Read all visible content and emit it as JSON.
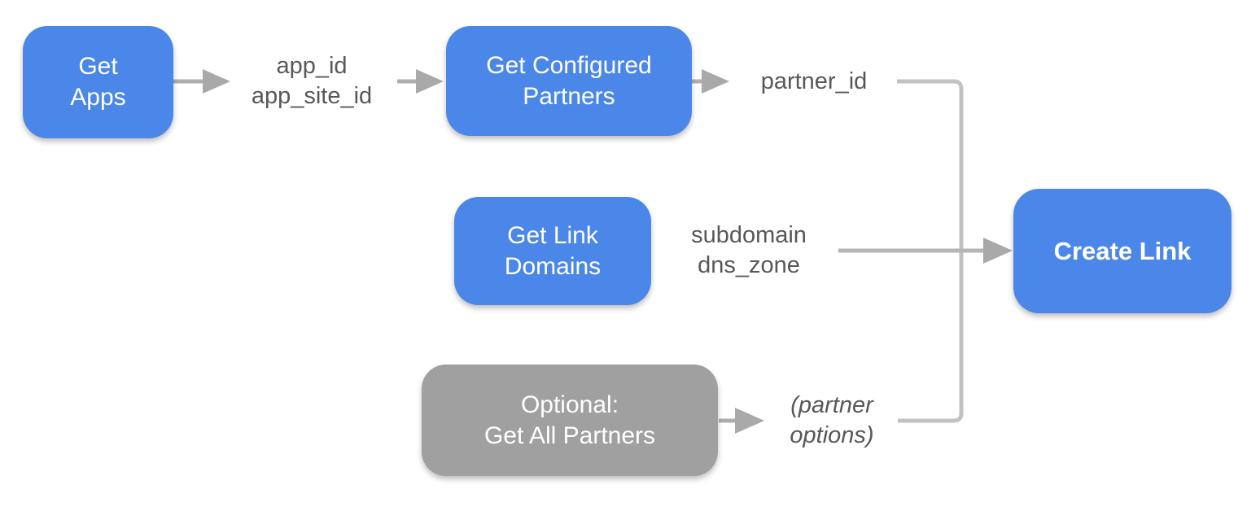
{
  "colors": {
    "node_blue": "#4b87e8",
    "node_gray": "#a0a0a0",
    "node_text": "#ffffff",
    "label_text": "#58585a",
    "connector_line": "#c2c2c2",
    "arrow": "#a9a9a9"
  },
  "nodes": {
    "get_apps": {
      "line1": "Get",
      "line2": "Apps"
    },
    "get_configured_partners": {
      "line1": "Get Configured",
      "line2": "Partners"
    },
    "get_link_domains": {
      "line1": "Get Link",
      "line2": "Domains"
    },
    "optional_get_all_partners": {
      "line1": "Optional:",
      "line2": "Get All Partners"
    },
    "create_link": {
      "label": "Create Link"
    }
  },
  "labels": {
    "app_ids": {
      "line1": "app_id",
      "line2": "app_site_id"
    },
    "partner_id": {
      "label": "partner_id"
    },
    "subdomain_dns": {
      "line1": "subdomain",
      "line2": "dns_zone"
    },
    "partner_options": {
      "line1": "(partner",
      "line2": "options)"
    }
  }
}
